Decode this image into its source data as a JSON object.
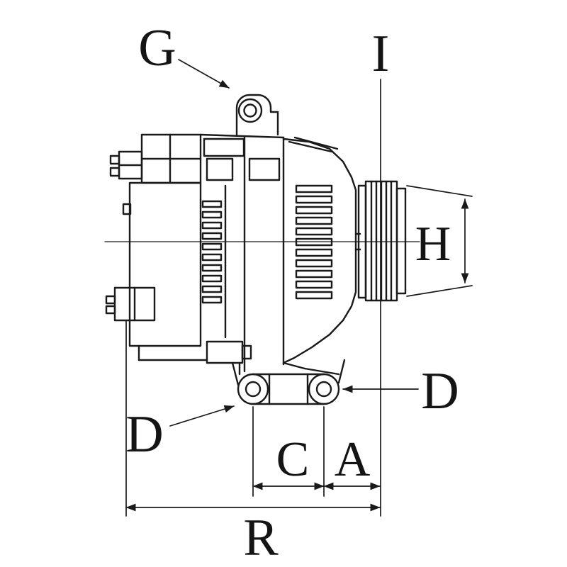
{
  "drawing": {
    "background": "#ffffff",
    "ink": "#1a1a1a"
  },
  "labels": {
    "g": "G",
    "i": "I",
    "h": "H",
    "d_mount_hole": "D",
    "d_mount_foot": "D",
    "c": "C",
    "a": "A",
    "r": "R"
  }
}
